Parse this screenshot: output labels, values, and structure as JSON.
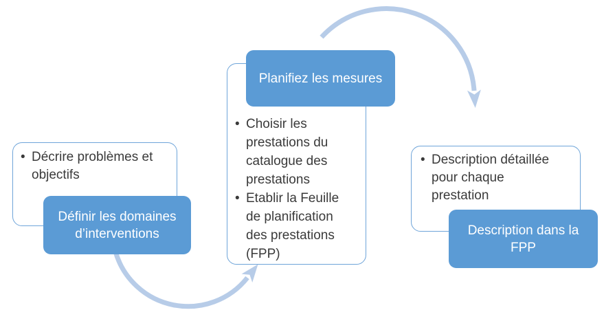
{
  "diagram": {
    "type": "process-flow",
    "steps": [
      {
        "name": "definir-les-domaines",
        "bullets": [
          "Décrire problèmes et\nobjectifs"
        ],
        "label": "Définir les domaines\nd’interventions"
      },
      {
        "name": "planifiez-les-mesures",
        "label": "Planifiez les mesures",
        "bullets": [
          "Choisir les\nprestations du\ncatalogue des\nprestations",
          "Etablir la Feuille\nde planification\ndes prestations\n(FPP)"
        ]
      },
      {
        "name": "description-dans-la-fpp",
        "bullets": [
          "Description détaillée\npour chaque\nprestation"
        ],
        "label": "Description dans la\nFPP"
      }
    ],
    "bullet_glyph": "•"
  },
  "colors": {
    "accent": "#5b9bd5",
    "panel_border": "#6ea4d9",
    "arrow": "#b7cce8",
    "body_text": "#3a3a3a",
    "label_text": "#ffffff",
    "background": "#ffffff"
  }
}
